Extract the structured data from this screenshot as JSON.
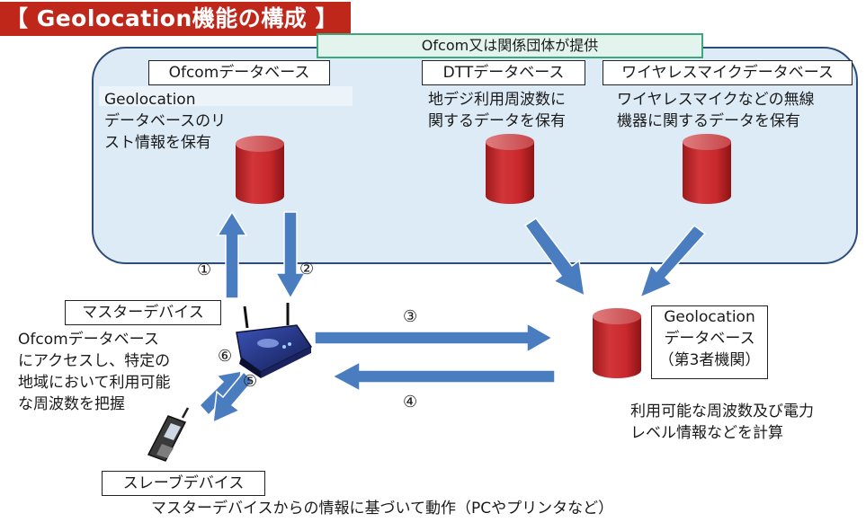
{
  "title": "【 Geolocation機能の構成 】",
  "provider_label": "Ofcom又は関係団体が提供",
  "databases": {
    "ofcom": {
      "label": "Ofcomデータベース",
      "desc": [
        "Geolocation",
        "データベースのリ",
        "スト情報を保有"
      ]
    },
    "dtt": {
      "label": "DTTデータベース",
      "desc": [
        "地デジ利用周波数に",
        "関するデータを保有"
      ]
    },
    "wireless": {
      "label": "ワイヤレスマイクデータベース",
      "desc": [
        "ワイヤレスマイクなどの無線",
        "機器に関するデータを保有"
      ]
    }
  },
  "geo_db": {
    "label": [
      "Geolocation",
      "データベース",
      "（第3者機関）"
    ],
    "desc": [
      "利用可能な周波数及び電力",
      "レベル情報などを計算"
    ]
  },
  "master": {
    "label": "マスターデバイス",
    "desc": [
      "Ofcomデータベース",
      "にアクセスし、特定の",
      "地域において利用可能",
      "な周波数を把握"
    ]
  },
  "slave": {
    "label": "スレーブデバイス",
    "desc": "マスターデバイスからの情報に基づいて動作（PCやプリンタなど）"
  },
  "steps": [
    "①",
    "②",
    "③",
    "④",
    "⑤",
    "⑥"
  ],
  "colors": {
    "arrow": "#4a7cc0",
    "cylinder": "#c8282b",
    "cloud": "#dcebf6",
    "title_bg": "#c0271b"
  }
}
